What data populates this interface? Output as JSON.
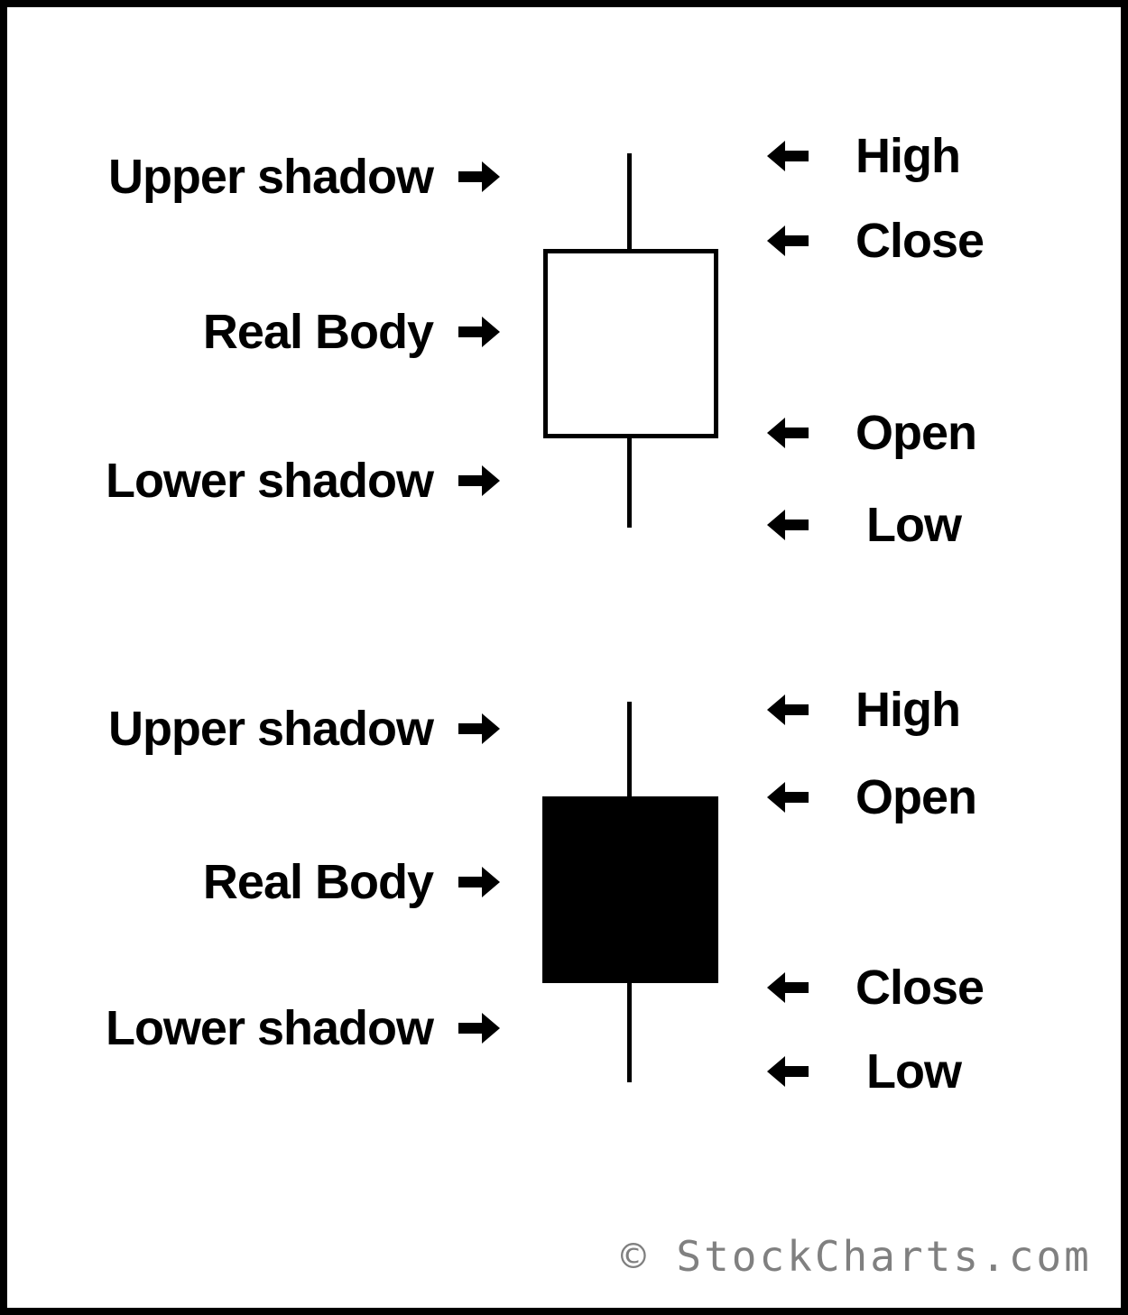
{
  "colors": {
    "background": "#ffffff",
    "ink": "#000000",
    "border": "#000000",
    "watermark_gray": "#808080"
  },
  "watermark": {
    "text": "© StockCharts.com"
  },
  "sections": [
    {
      "candle_type": "hollow",
      "candle_fill": "#ffffff",
      "left_labels": [
        {
          "text": "Upper shadow"
        },
        {
          "text": "Real Body"
        },
        {
          "text": "Lower shadow"
        }
      ],
      "right_labels": [
        {
          "text": "High"
        },
        {
          "text": "Close"
        },
        {
          "text": "Open"
        },
        {
          "text": "Low"
        }
      ]
    },
    {
      "candle_type": "filled",
      "candle_fill": "#000000",
      "left_labels": [
        {
          "text": "Upper shadow"
        },
        {
          "text": "Real Body"
        },
        {
          "text": "Lower shadow"
        }
      ],
      "right_labels": [
        {
          "text": "High"
        },
        {
          "text": "Open"
        },
        {
          "text": "Close"
        },
        {
          "text": "Low"
        }
      ]
    }
  ]
}
